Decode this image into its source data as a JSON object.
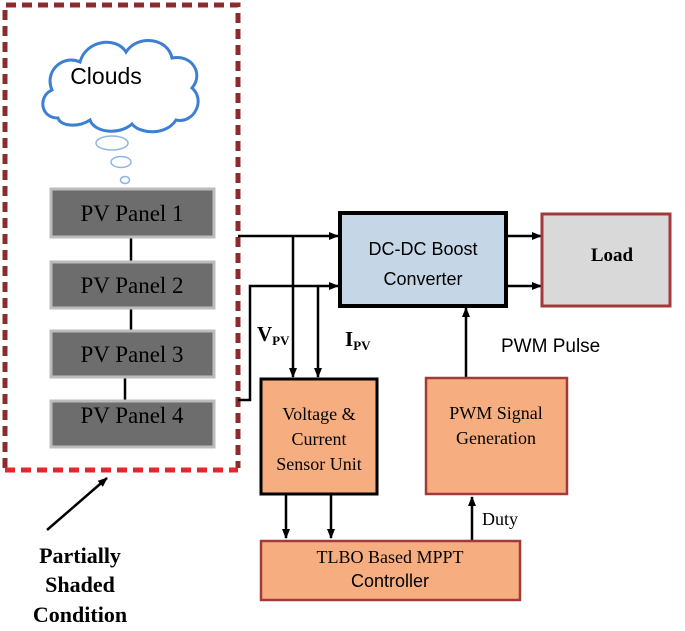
{
  "diagram": {
    "clouds_label": "Clouds",
    "panels": [
      "PV Panel 1",
      "PV Panel 2",
      "PV Panel 3",
      "PV Panel 4"
    ],
    "boost_converter": [
      "DC-DC Boost",
      "Converter"
    ],
    "load": "Load",
    "vpv": {
      "main": "V",
      "sub": "PV"
    },
    "ipv": {
      "main": "I",
      "sub": "PV"
    },
    "sensor_unit": [
      "Voltage &",
      "Current",
      "Sensor Unit"
    ],
    "pwm_generation": [
      "PWM Signal",
      "Generation"
    ],
    "pwm_pulse": "PWM Pulse",
    "duty": "Duty",
    "mppt_controller": [
      "TLBO Based MPPT",
      "Controller"
    ],
    "partial_shade_caption": [
      "Partially",
      "Shaded",
      "Condition"
    ]
  },
  "colors": {
    "panel_fill": "#6d6d6d",
    "panel_border": "#bcbcbc",
    "shade_border_top": "#8b2c2c",
    "shade_border_bottom": "#e8262a",
    "converter_fill": "#c5d6e6",
    "load_fill": "#d9d9d9",
    "load_border": "#a33a3a",
    "orange_fill": "#f6ae80",
    "cloud_stroke": "#3f7fd2"
  }
}
